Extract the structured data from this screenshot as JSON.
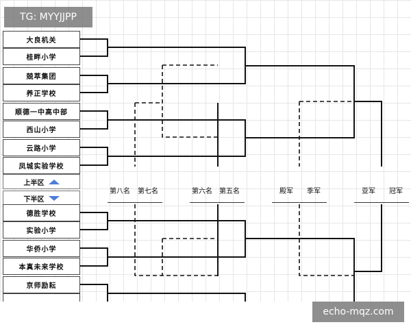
{
  "overlay": {
    "tag": "TG: MYYJJPP",
    "watermark": "echo-mqz.com"
  },
  "teams": {
    "upper": [
      "大良机关",
      "桂畔小学",
      "兢萃集团",
      "养正学校",
      "顺德一中高中部",
      "西山小学",
      "云路小学",
      "凤城实验学校"
    ],
    "lower": [
      "德胜学校",
      "实验小学",
      "华侨小学",
      "本真未来学校",
      "京师励耘"
    ]
  },
  "halves": {
    "upper": "上半区",
    "lower": "下半区"
  },
  "rankings": {
    "eighth": "第八名",
    "seventh": "第七名",
    "sixth": "第六名",
    "fifth": "第五名",
    "fourth": "殿军",
    "third": "季军",
    "second": "亚军",
    "first": "冠军"
  },
  "colors": {
    "line": "#111111",
    "arrow": "#4d7dd6"
  }
}
